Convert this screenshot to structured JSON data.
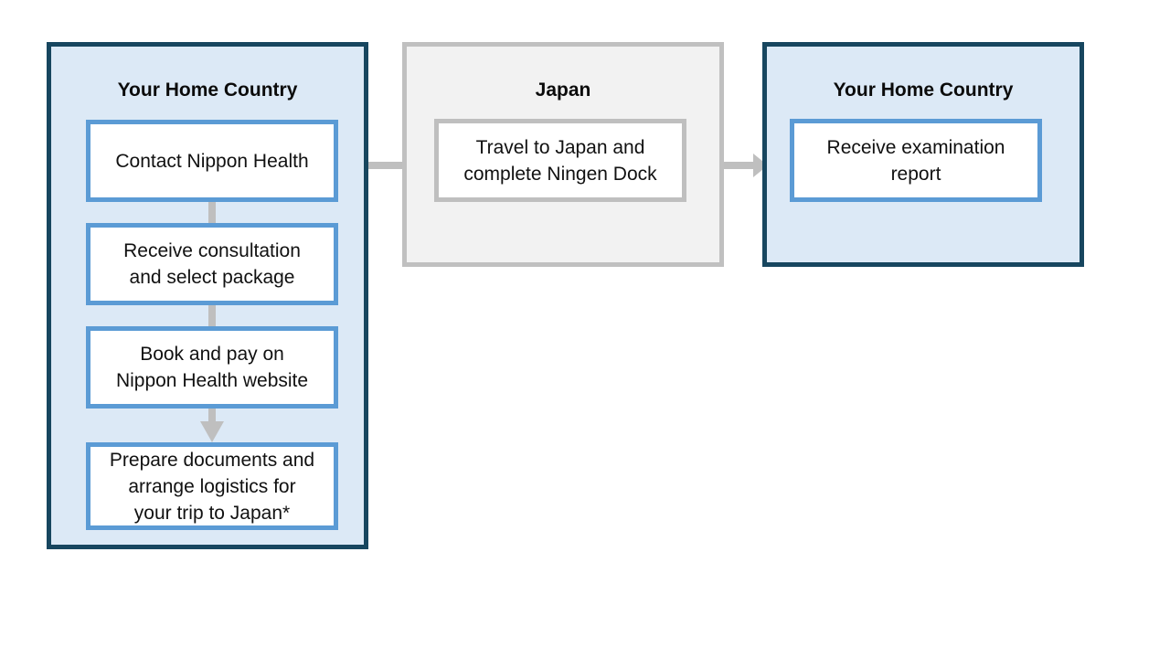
{
  "lanes": [
    {
      "title": "Your Home Country"
    },
    {
      "title": "Japan"
    },
    {
      "title": "Your Home Country"
    }
  ],
  "steps": {
    "contact": "Contact Nippon Health",
    "consult": "Receive consultation\nand select package",
    "book": "Book and pay on\nNippon Health website",
    "prepare": "Prepare documents and\narrange logistics for\nyour trip to Japan*",
    "travel": "Travel to Japan and\ncomplete Ningen Dock",
    "report": "Receive examination\nreport"
  },
  "colors": {
    "home_fill": "#dce9f6",
    "home_border": "#17465f",
    "japan_fill": "#f2f2f2",
    "japan_border": "#c0c0c0",
    "step_border_blue": "#5b9bd5",
    "step_border_grey": "#bfbfbf",
    "connector": "#bfbfbf"
  }
}
